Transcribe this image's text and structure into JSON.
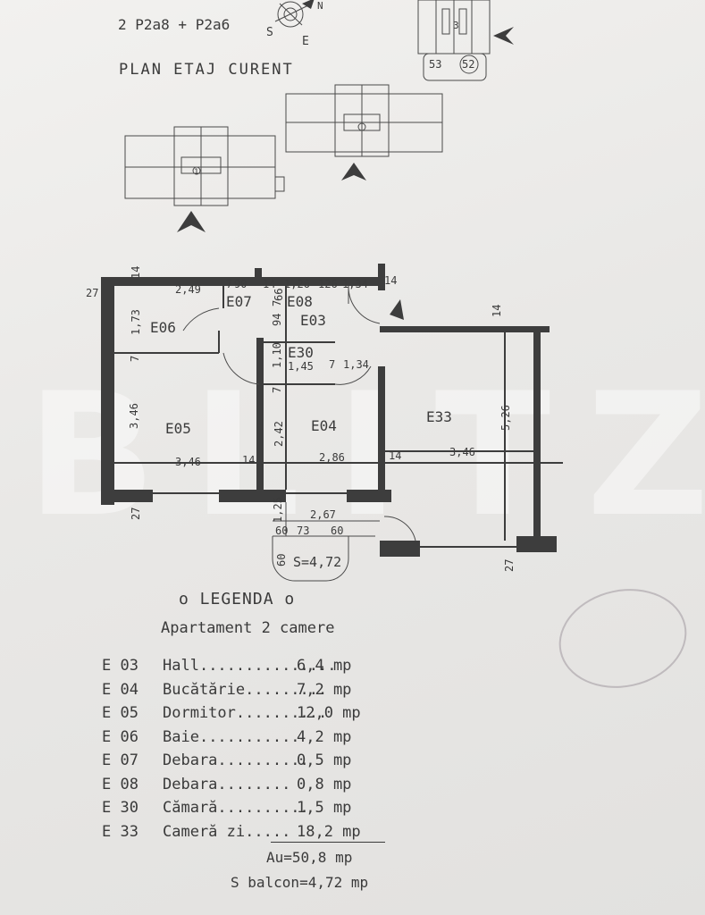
{
  "header": {
    "building_code": "2 P2a8 + P2a6",
    "plan_title": "PLAN ETAJ CURENT",
    "compass": {
      "n": "N",
      "s": "S",
      "e": "E"
    },
    "unit_numbers": [
      "53",
      "52"
    ],
    "stair_labels": [
      "1",
      "3"
    ]
  },
  "plan": {
    "rooms": [
      "E06",
      "E07",
      "E08",
      "E03",
      "E30",
      "E05",
      "E04",
      "E33"
    ],
    "room_labels": {
      "e06": "E06",
      "e07": "E07",
      "e08": "E08",
      "e03": "E03",
      "e30": "E30",
      "e05": "E05",
      "e04": "E04",
      "e33": "E33"
    },
    "dimensions": {
      "top": [
        "2,49",
        "7",
        "90",
        "14",
        "1,26",
        "126",
        "1,34",
        "14"
      ],
      "left_v": [
        "27",
        "14",
        "1,73",
        "7",
        "3,46",
        "27"
      ],
      "mid_v": [
        "7",
        "94",
        "66",
        "1,10",
        "7",
        "2,42"
      ],
      "inner": [
        "1,45",
        "7",
        "1,34"
      ],
      "bottom": [
        "3,46",
        "14",
        "2,86",
        "14",
        "3,46"
      ],
      "right_v": [
        "14",
        "5,26",
        "27"
      ],
      "balcony": [
        "1,25",
        "2,67",
        "60",
        "73",
        "60",
        "60"
      ],
      "balcony_area": "S=4,72"
    }
  },
  "legend": {
    "title": "o LEGENDA o",
    "subtitle": "Apartament 2 camere",
    "rows": [
      {
        "code": "E 03",
        "name": "Hall",
        "dots": "...............",
        "value": "6,4  mp"
      },
      {
        "code": "E 04",
        "name": "Bucătărie",
        "dots": ".........",
        "value": "7,2  mp"
      },
      {
        "code": "E 05",
        "name": "Dormitor",
        "dots": "..........",
        "value": "12,0  mp"
      },
      {
        "code": "E 06",
        "name": "Baie",
        "dots": "...........",
        "value": "4,2  mp"
      },
      {
        "code": "E 07",
        "name": "Debara",
        "dots": "..........",
        "value": "0,5  mp"
      },
      {
        "code": "E 08",
        "name": "Debara",
        "dots": "........",
        "value": "0,8  mp"
      },
      {
        "code": "E 30",
        "name": "Cămară",
        "dots": "..........",
        "value": "1,5  mp"
      },
      {
        "code": "E 33",
        "name": "Cameră zi",
        "dots": ".....",
        "value": "18,2  mp"
      }
    ],
    "total_useful": "Au=50,8  mp",
    "total_balcony": "S balcon=4,72 mp"
  },
  "watermark": "BLITZ",
  "colors": {
    "paper": "#ebeae8",
    "ink": "#3b3b3b"
  }
}
